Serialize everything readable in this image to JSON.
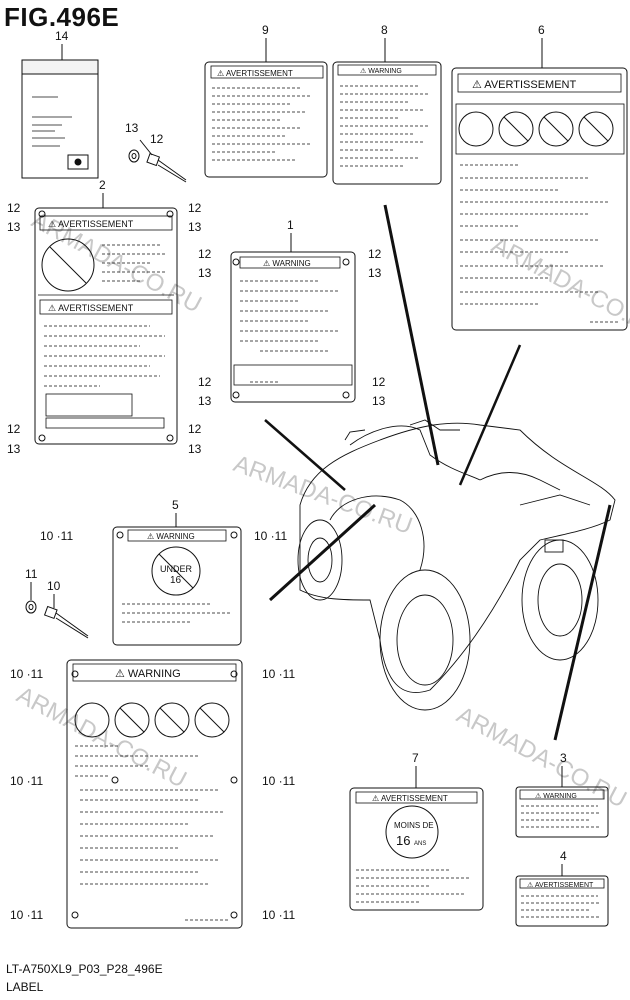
{
  "figure": {
    "title": "FIG.496E",
    "code": "LT-A750XL9_P03_P28_496E",
    "subtitle": "LABEL"
  },
  "watermark": "ARMADA-CO.RU",
  "callouts": {
    "n1": "1",
    "n2": "2",
    "n3": "3",
    "n4": "4",
    "n5": "5",
    "n6": "6",
    "n7": "7",
    "n8": "8",
    "n9": "9",
    "n10": "10",
    "n11": "11",
    "n12": "12",
    "n13": "13",
    "n14": "14",
    "n10_11": "10 ·11"
  },
  "labels": {
    "warning": "⚠ WARNING",
    "avertissement": "⚠ AVERTISSEMENT",
    "warning_upper": "WARNING",
    "under": "UNDER",
    "age": "16",
    "moins_de": "MOINS DE",
    "ans": "ANS"
  }
}
